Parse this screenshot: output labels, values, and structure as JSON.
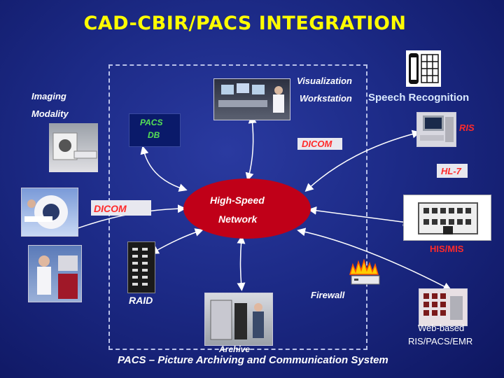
{
  "title": "CAD-CBIR/PACS INTEGRATION",
  "labels": {
    "visualization": "Visualization",
    "workstation": "Workstation",
    "speech_recognition": "Speech Recognition",
    "imaging": "Imaging",
    "modality": "Modality",
    "pacs": "PACS",
    "db": "DB",
    "ris": "RIS",
    "dicom_top": "DICOM",
    "hl7": "HL-7",
    "high_speed": "High-Speed",
    "network": "Network",
    "dicom_left": "DICOM",
    "his_mis": "HIS/MIS",
    "raid": "RAID",
    "firewall": "Firewall",
    "web_based": "Web-based",
    "ris_pacs_emr": "RIS/PACS/EMR",
    "archive": "Archive"
  },
  "footer": "PACS – Picture Archiving and Communication System",
  "colors": {
    "background": "#1c2a86",
    "title": "#ffff00",
    "network": "#c00018",
    "label_red": "#ff2a2a",
    "label_green": "#55e055"
  },
  "icons": [
    "phone-icon",
    "workstation-photo",
    "ris-computer-photo",
    "mri-scanner-photo",
    "ct-scanner-photo",
    "tech-workstation-photo",
    "hospital-building-icon",
    "firewall-icon",
    "raid-storage-photo",
    "archive-server-photo",
    "web-grid-photo"
  ]
}
